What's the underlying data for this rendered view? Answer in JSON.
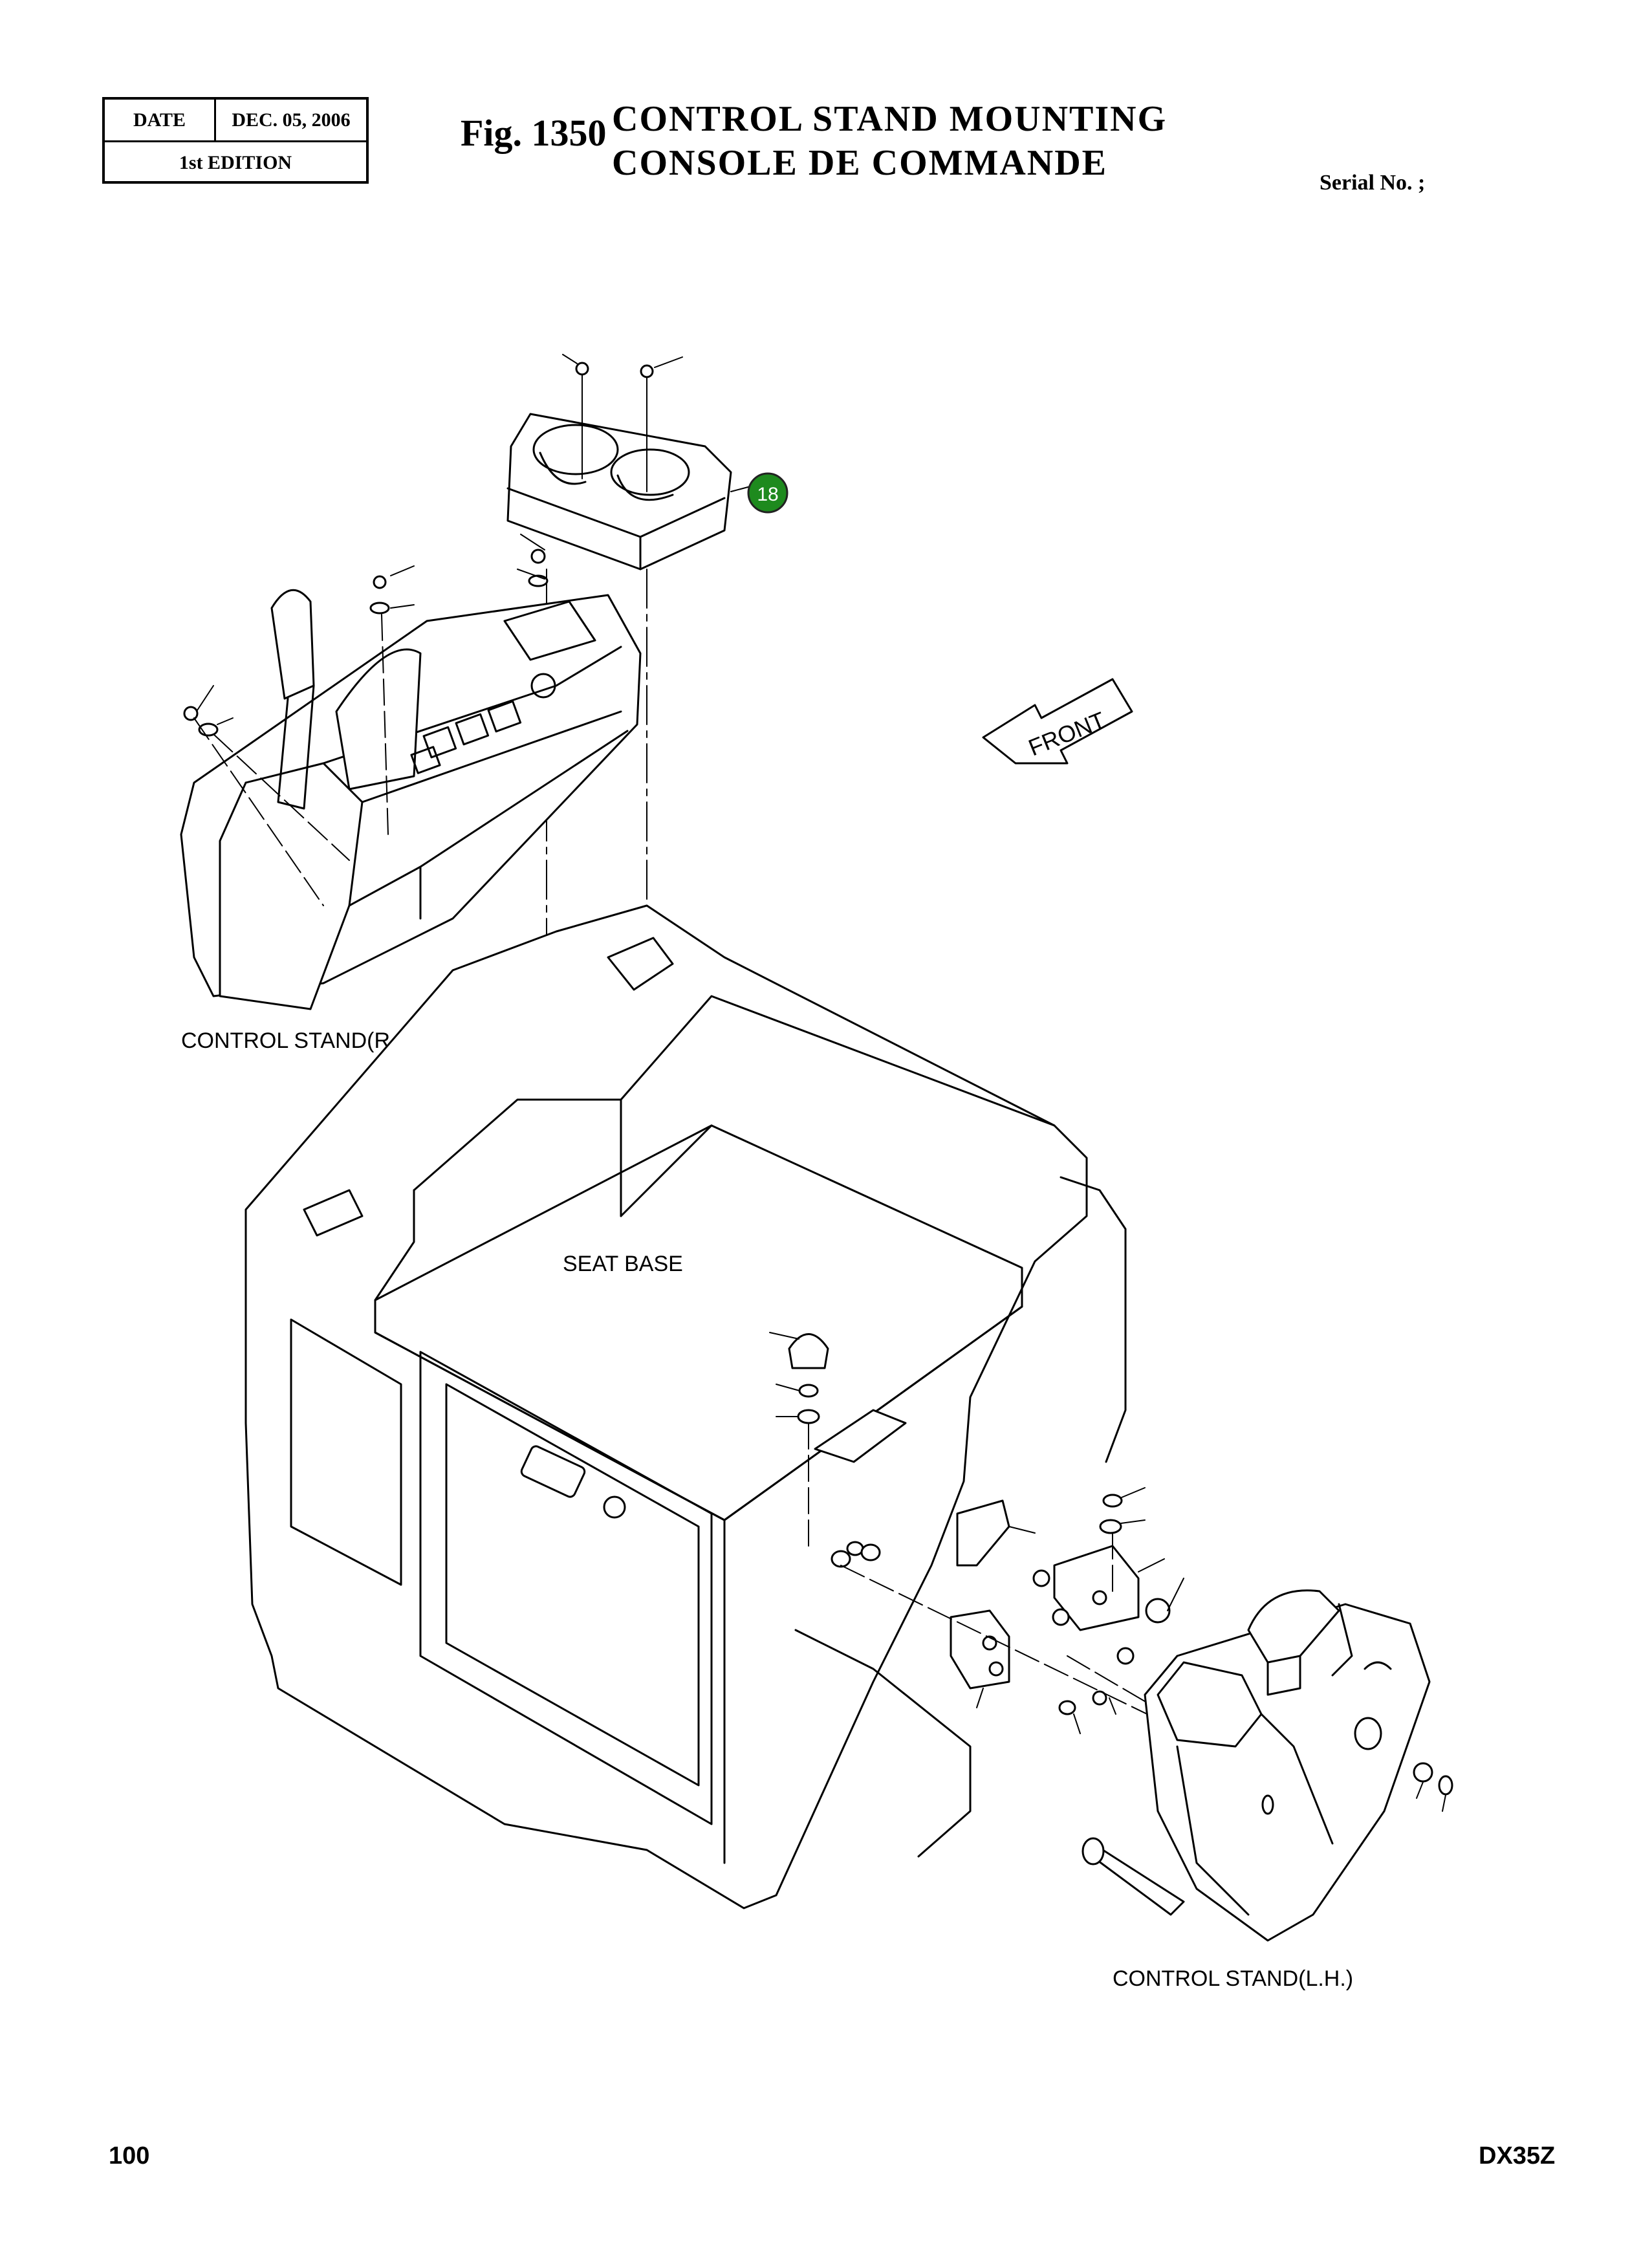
{
  "header": {
    "date_label": "DATE",
    "date_value": "DEC. 05, 2006",
    "edition": "1st EDITION",
    "fig_number": "Fig. 1350",
    "title_en": "CONTROL  STAND  MOUNTING",
    "title_fr": "CONSOLE  DE  COMMANDE",
    "serial": "Serial No. ;"
  },
  "diagram": {
    "labels": {
      "control_stand_rh": "CONTROL STAND(R.H.)",
      "seat_base": "SEAT BASE",
      "control_stand_lh": "CONTROL STAND(L.H.)",
      "front_arrow": "FRONT"
    },
    "callout": {
      "number": "18",
      "color": "#1e8a1e"
    }
  },
  "footer": {
    "page_number": "100",
    "model": "DX35Z"
  }
}
